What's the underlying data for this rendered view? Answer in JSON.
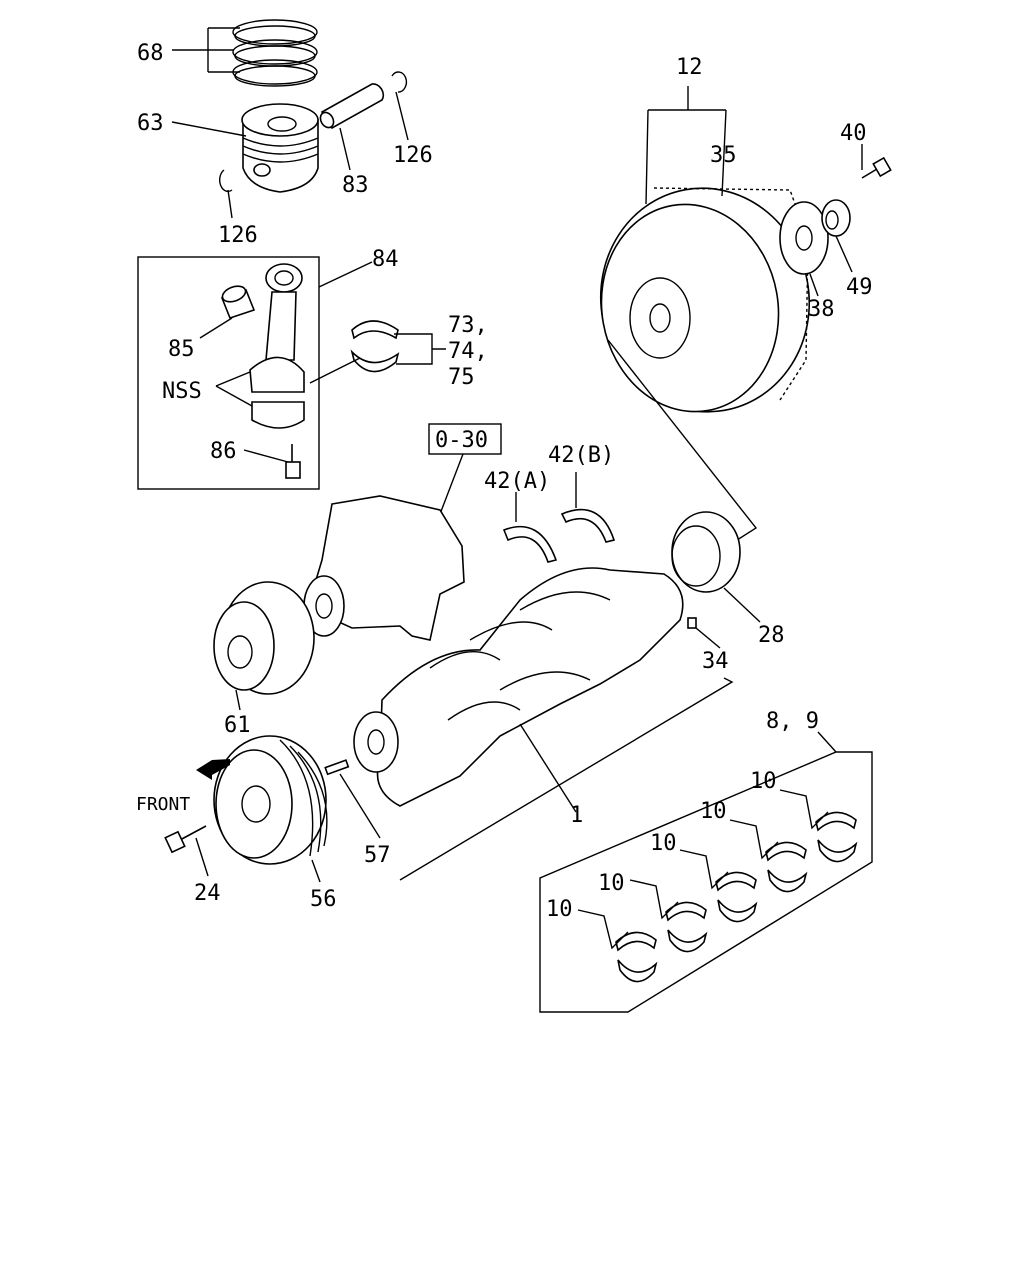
{
  "labels": {
    "l68": "68",
    "l63": "63",
    "l126a": "126",
    "l126b": "126",
    "l83": "83",
    "l84": "84",
    "l85": "85",
    "l73": "73,",
    "l74": "74,",
    "l75": "75",
    "lnss": "NSS",
    "l86": "86",
    "l030": "0-30",
    "l42a": "42(A)",
    "l42b": "42(B)",
    "l12": "12",
    "l35": "35",
    "l40": "40",
    "l49": "49",
    "l38": "38",
    "l28": "28",
    "l34": "34",
    "l61": "61",
    "l1": "1",
    "l89": "8, 9",
    "l10a": "10",
    "l10b": "10",
    "l10c": "10",
    "l10d": "10",
    "l10e": "10",
    "lfront": "FRONT",
    "l24": "24",
    "l56": "56",
    "l57": "57"
  },
  "icons": [
    "front-arrow-icon"
  ]
}
